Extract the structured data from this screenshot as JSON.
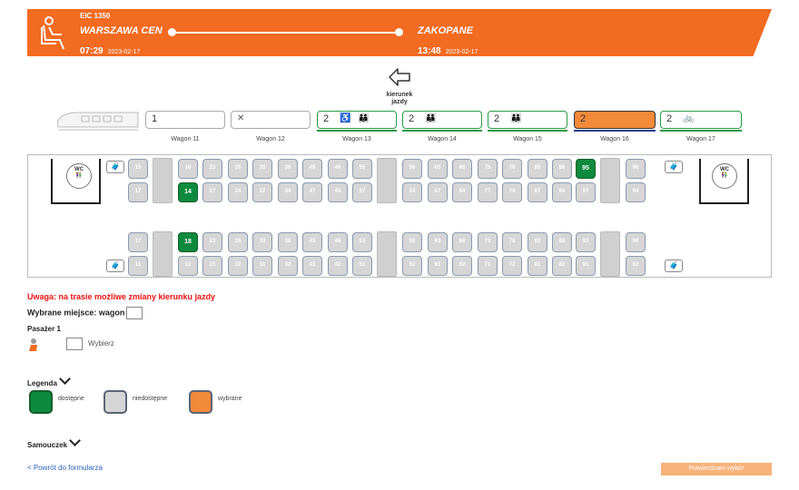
{
  "journey": {
    "train": "EIC 1350",
    "from": "WARSZAWA CEN",
    "to": "ZAKOPANE",
    "departure_time": "07:29",
    "departure_date": "2023-02-17",
    "arrival_time": "13:48",
    "arrival_date": "2023-02-17"
  },
  "direction": {
    "line1": "kierunek",
    "line2": "jazdy"
  },
  "wagons": [
    {
      "label": "Wagon 11",
      "class": "1",
      "icons": ""
    },
    {
      "label": "Wagon 12",
      "class": "",
      "icons": "restaurant"
    },
    {
      "label": "Wagon 13",
      "class": "2",
      "icons": "wheelchair, family"
    },
    {
      "label": "Wagon 14",
      "class": "2",
      "icons": "family"
    },
    {
      "label": "Wagon 15",
      "class": "2",
      "icons": "family"
    },
    {
      "label": "Wagon 16",
      "class": "2",
      "icons": "",
      "selected": true
    },
    {
      "label": "Wagon 17",
      "class": "2",
      "icons": "bicycle"
    }
  ],
  "seats": {
    "row_top_a": [
      "15",
      "16",
      "25",
      "26",
      "35",
      "36",
      "45",
      "46",
      "55",
      "56",
      "65",
      "66",
      "75",
      "76",
      "85",
      "86",
      "95",
      "96"
    ],
    "row_top_b": [
      "17",
      "14",
      "27",
      "24",
      "37",
      "34",
      "47",
      "44",
      "57",
      "54",
      "67",
      "64",
      "77",
      "74",
      "87",
      "84",
      "97",
      "94"
    ],
    "row_bot_a": [
      "17",
      "18",
      "23",
      "28",
      "33",
      "38",
      "43",
      "48",
      "53",
      "58",
      "63",
      "68",
      "73",
      "78",
      "83",
      "88",
      "93",
      "98"
    ],
    "row_bot_b": [
      "11",
      "12",
      "21",
      "22",
      "31",
      "32",
      "41",
      "42",
      "51",
      "52",
      "61",
      "62",
      "71",
      "72",
      "81",
      "82",
      "91",
      "92"
    ],
    "available": [
      "14",
      "18",
      "95"
    ]
  },
  "texts": {
    "warning": "Uwaga: na trasie możliwe zmiany kierunku jazdy",
    "chosen_label": "Wybrane miejsce: wagon",
    "passenger": "Pasażer 1",
    "choose": "Wybierz",
    "legend": "Legenda",
    "legend_available": "dostępne",
    "legend_unavailable": "niedostępne",
    "legend_selected": "wybrane",
    "tutorial": "Samouczek",
    "back": "< Powrót do formularza",
    "confirm": "Potwierdzam wybór",
    "wc": "WC"
  },
  "colors": {
    "accent": "#f26b21",
    "available": "#0e8a3e",
    "unavailable": "#d6d6d6",
    "selected": "#f28a3a"
  }
}
